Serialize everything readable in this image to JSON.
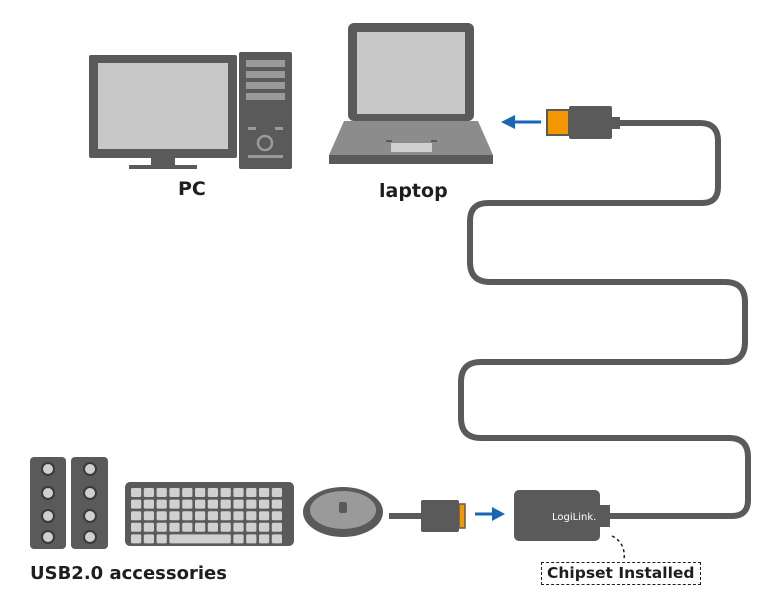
{
  "labels": {
    "pc": "PC",
    "laptop": "laptop",
    "accessories": "USB2.0 accessories",
    "chipset": "Chipset Installed",
    "brand": "LogiLink."
  },
  "colors": {
    "dark_gray": "#5a5a5a",
    "mid_gray": "#8c8c8c",
    "light_gray": "#d0d0d0",
    "screen": "#c8c8c8",
    "arrow_blue": "#1b66b3",
    "usb_orange": "#f39800"
  },
  "icons": [
    "pc-monitor-icon",
    "pc-tower-icon",
    "laptop-icon",
    "speakers-icon",
    "keyboard-icon",
    "mouse-icon",
    "usb-plug-icon",
    "extender-box-icon",
    "arrow-left-icon",
    "arrow-right-icon"
  ]
}
